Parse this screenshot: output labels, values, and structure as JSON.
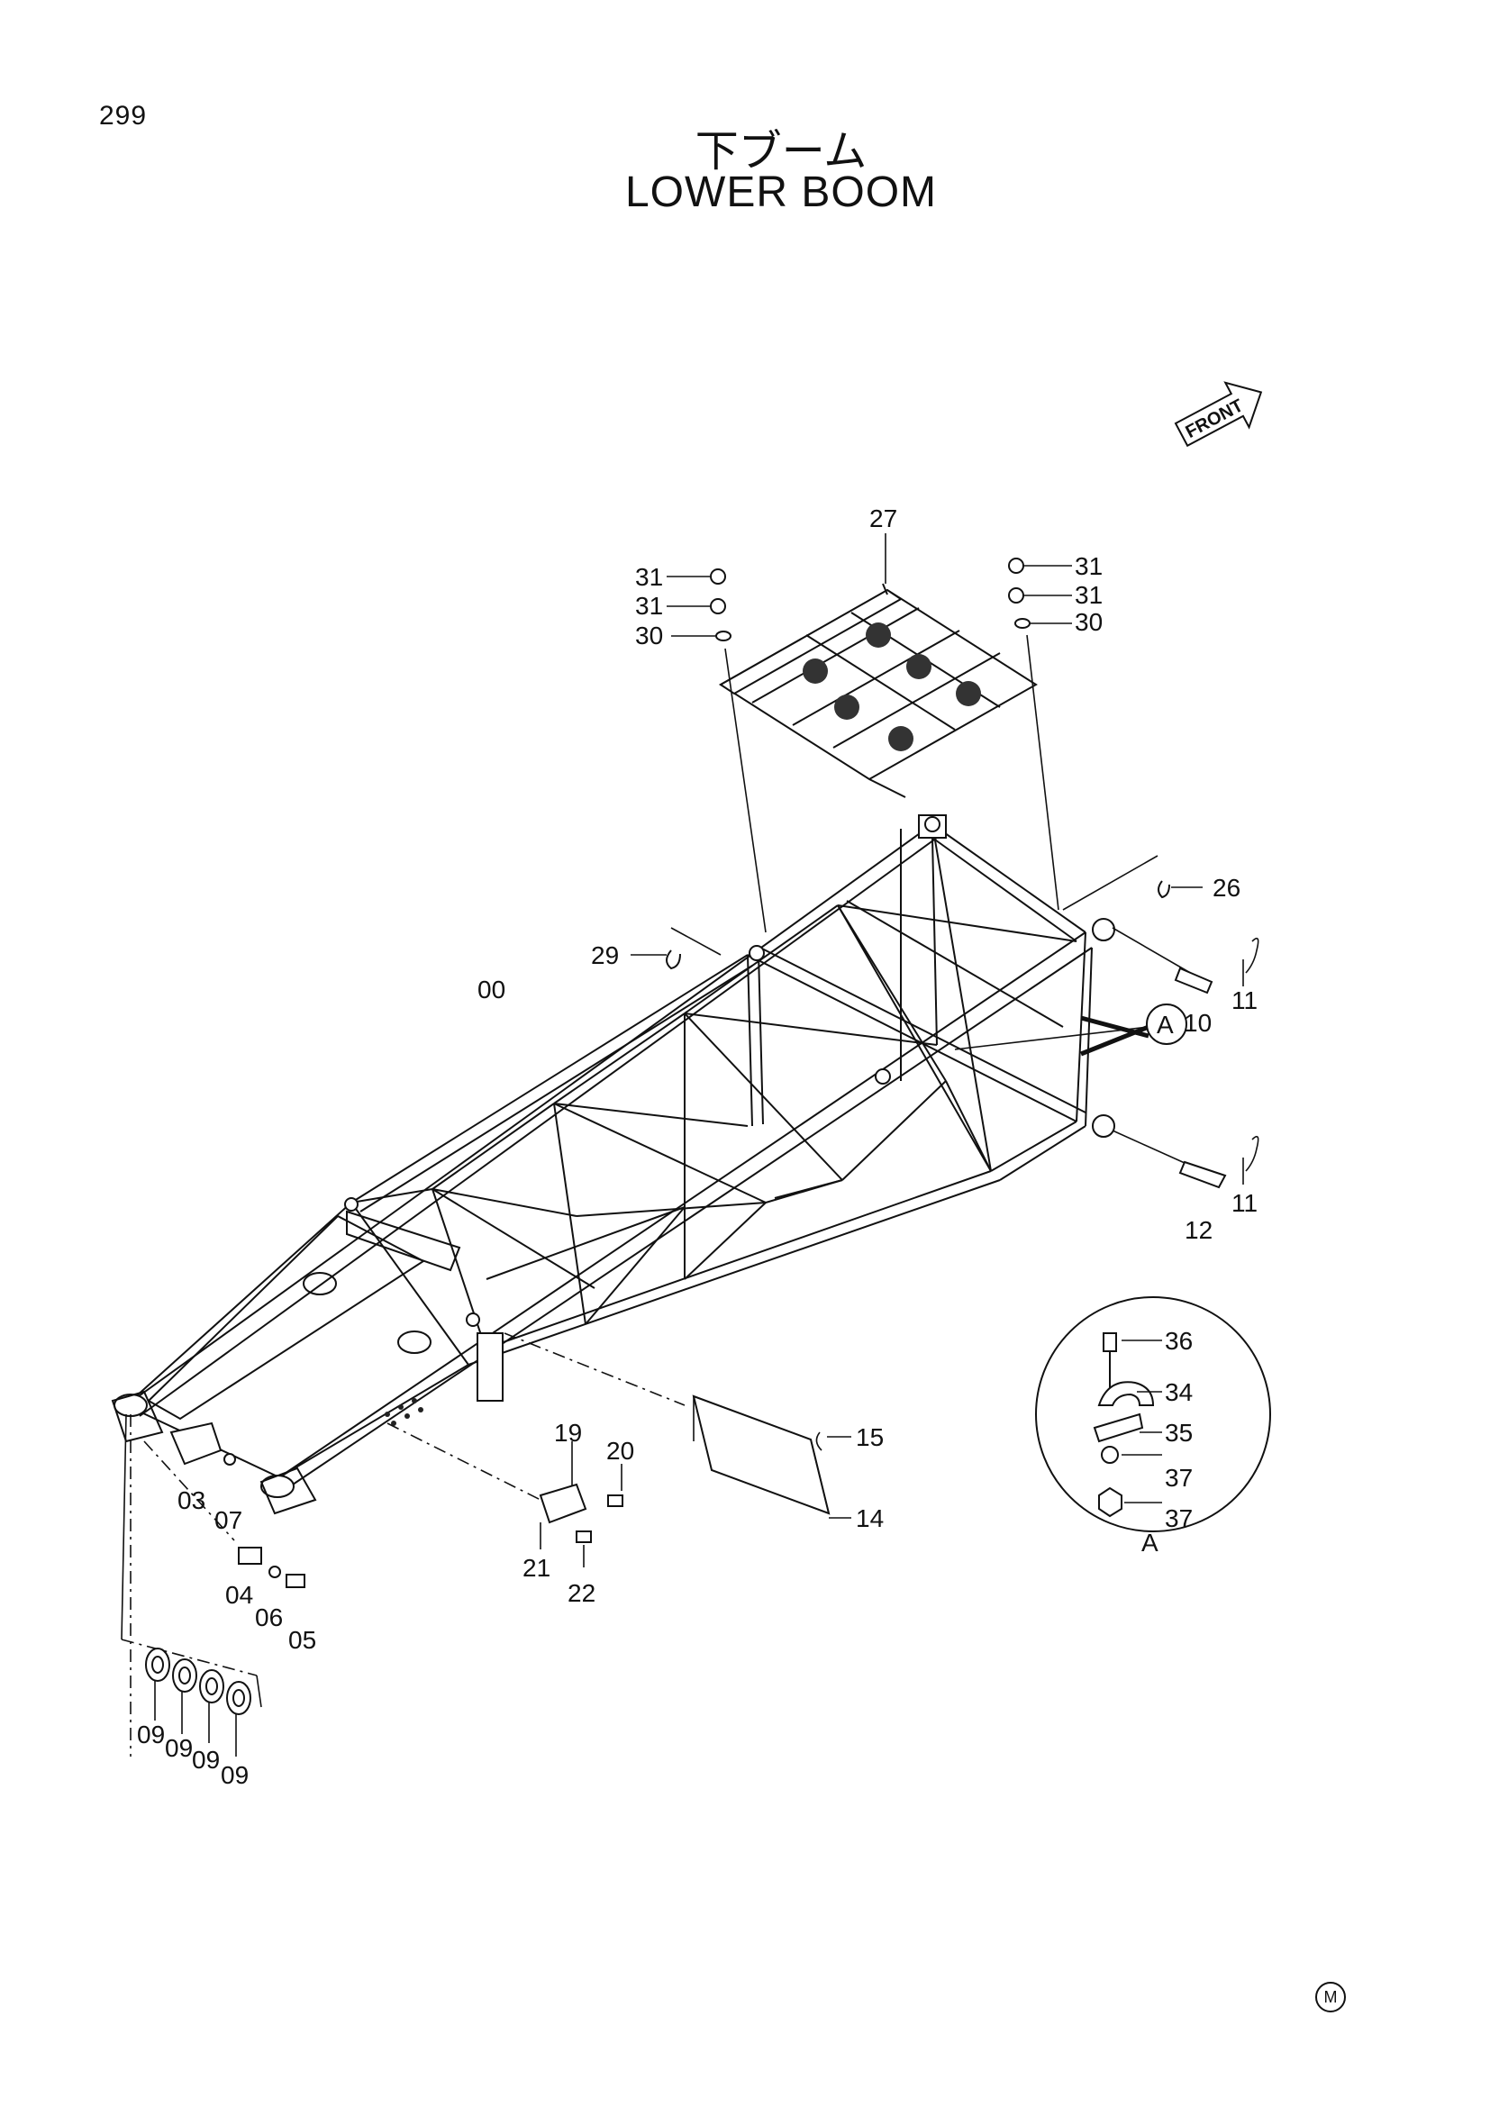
{
  "page_number": "299",
  "title_jp": "下ブーム",
  "title_en": "LOWER BOOM",
  "front_label": "FRONT",
  "detail_label": "A",
  "detail_callout": "A",
  "mark": "M",
  "parts": {
    "p00": "00",
    "p03": "03",
    "p04": "04",
    "p05": "05",
    "p06": "06",
    "p07": "07",
    "p09a": "09",
    "p09b": "09",
    "p09c": "09",
    "p09d": "09",
    "p10": "10",
    "p11a": "11",
    "p11b": "11",
    "p12": "12",
    "p14": "14",
    "p15": "15",
    "p19": "19",
    "p20": "20",
    "p21": "21",
    "p22": "22",
    "p26": "26",
    "p27": "27",
    "p29": "29",
    "p30a": "30",
    "p30b": "30",
    "p31a": "31",
    "p31b": "31",
    "p31c": "31",
    "p31d": "31",
    "p34": "34",
    "p35": "35",
    "p36": "36",
    "p37a": "37",
    "p37b": "37"
  }
}
